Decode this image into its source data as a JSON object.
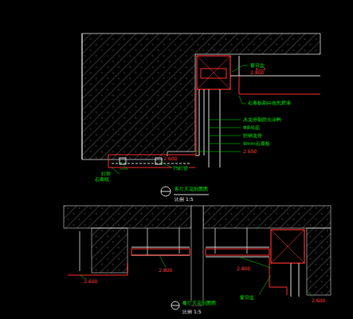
{
  "diagram": {
    "labels": [
      "窗帘盒",
      "2.800",
      "石膏板刷白色乳胶漆",
      "木龙骨刷防火涂料",
      "Φ8吊筋",
      "轻钢龙骨",
      "9mm石膏板",
      "2.650",
      "灯带",
      "2.600",
      "T5灯管",
      "石膏线",
      "客厅天花剖面图",
      "比例 1:5",
      "2.600",
      "2.800",
      "2.800",
      "窗帘盒",
      "2.600",
      "餐厅天花剖面图",
      "比例 1:5"
    ]
  }
}
